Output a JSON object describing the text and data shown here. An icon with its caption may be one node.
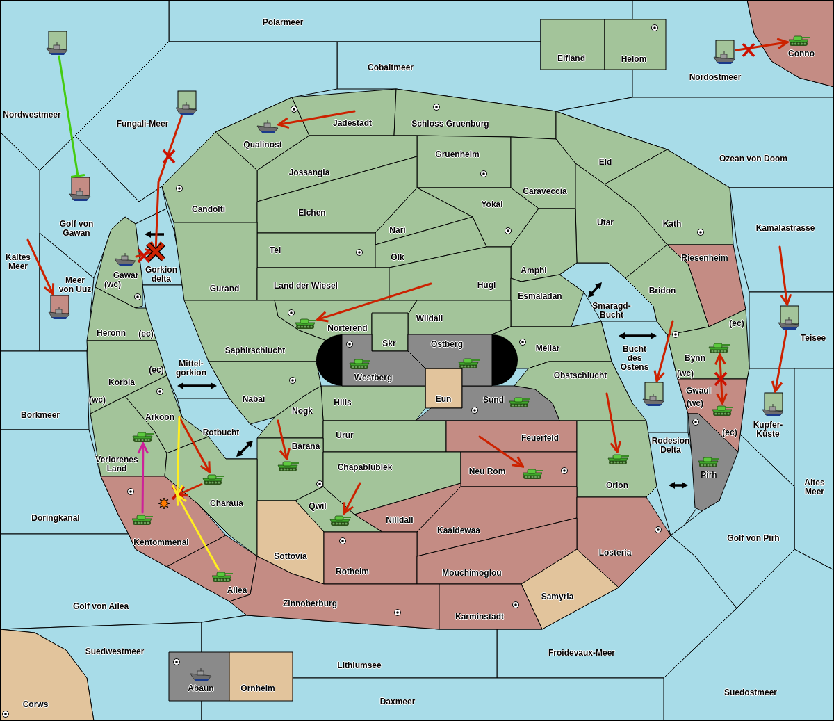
{
  "diagram": {
    "nodes": [
      {
        "text": [
          "Polarmeer"
        ]
      },
      {
        "text": [
          "Nordwestmeer"
        ]
      },
      {
        "text": [
          "Elfland"
        ]
      },
      {
        "text": [
          "Helom"
        ]
      },
      {
        "text": [
          "Conno"
        ]
      },
      {
        "text": [
          "Cobaltmeer"
        ]
      },
      {
        "text": [
          "Nordostmeer"
        ]
      },
      {
        "text": [
          "Fungali-Meer"
        ]
      },
      {
        "text": [
          "Qualinost"
        ]
      },
      {
        "text": [
          "Jadestadt"
        ]
      },
      {
        "text": [
          "Schloss Gruenburg"
        ]
      },
      {
        "text": [
          "Eld"
        ]
      },
      {
        "text": [
          "Gruenheim"
        ]
      },
      {
        "text": [
          "Ozean von Doom"
        ]
      },
      {
        "text": [
          "Jossangia"
        ]
      },
      {
        "text": [
          "Caraveccia"
        ]
      },
      {
        "text": [
          "Yokai"
        ]
      },
      {
        "text": [
          "Candolti"
        ]
      },
      {
        "text": [
          "Elchen"
        ]
      },
      {
        "text": [
          "Utar"
        ]
      },
      {
        "text": [
          "Kath"
        ]
      },
      {
        "text": [
          "Golf von Gawan"
        ]
      },
      {
        "text": [
          "Nari"
        ]
      },
      {
        "text": [
          "Tel"
        ]
      },
      {
        "text": [
          "Olk"
        ]
      },
      {
        "text": [
          "Riesenheim"
        ]
      },
      {
        "text": [
          "Kaltes Meer"
        ]
      },
      {
        "text": [
          "Kamalastrasse"
        ]
      },
      {
        "text": [
          "Gawar",
          "(wc)"
        ]
      },
      {
        "text": [
          "Gorkion delta"
        ]
      },
      {
        "text": [
          "Amphi"
        ]
      },
      {
        "text": [
          "Meer von Uuz"
        ]
      },
      {
        "text": [
          "Gurand"
        ]
      },
      {
        "text": [
          "Land der Wiesel"
        ]
      },
      {
        "text": [
          "Hugl"
        ]
      },
      {
        "text": [
          "Smaragd-Bucht"
        ]
      },
      {
        "text": [
          "Bridon"
        ]
      },
      {
        "text": [
          "Esmaladan"
        ]
      },
      {
        "text": [
          "Norterend"
        ]
      },
      {
        "text": [
          "Wildall"
        ]
      },
      {
        "text": [
          "Heronn",
          "(ec)"
        ]
      },
      {
        "text": [
          "Teisee"
        ]
      },
      {
        "text": [
          "Mellar"
        ]
      },
      {
        "text": [
          "Skr"
        ]
      },
      {
        "text": [
          "Ostberg"
        ]
      },
      {
        "text": [
          "Saphirschlucht"
        ]
      },
      {
        "text": [
          "Bucht des Ostens"
        ]
      },
      {
        "text": [
          "Bynn",
          "(wc)",
          "(ec)"
        ]
      },
      {
        "text": [
          "Mittel-gorkion"
        ]
      },
      {
        "text": [
          "Korbia",
          "(ec)",
          "(wc)"
        ]
      },
      {
        "text": [
          "Westberg"
        ]
      },
      {
        "text": [
          "Obstschlucht"
        ]
      },
      {
        "text": [
          "Gwaul",
          "(wc)",
          "(ec)"
        ]
      },
      {
        "text": [
          "Nabai"
        ]
      },
      {
        "text": [
          "Eun"
        ]
      },
      {
        "text": [
          "Hills"
        ]
      },
      {
        "text": [
          "Sund"
        ]
      },
      {
        "text": [
          "Nogk"
        ]
      },
      {
        "text": [
          "Borkmeer"
        ]
      },
      {
        "text": [
          "Kupfer-Küste"
        ]
      },
      {
        "text": [
          "Arkoon"
        ]
      },
      {
        "text": [
          "Urur"
        ]
      },
      {
        "text": [
          "Feuerfeld"
        ]
      },
      {
        "text": [
          "Rotbucht"
        ]
      },
      {
        "text": [
          "Rodesion Delta"
        ]
      },
      {
        "text": [
          "Verlorenes Land"
        ]
      },
      {
        "text": [
          "Barana"
        ]
      },
      {
        "text": [
          "Chapablublek"
        ]
      },
      {
        "text": [
          "Neu Rom"
        ]
      },
      {
        "text": [
          "Pirh"
        ]
      },
      {
        "text": [
          "Charaua"
        ]
      },
      {
        "text": [
          "Orlon"
        ]
      },
      {
        "text": [
          "Altes Meer"
        ]
      },
      {
        "text": [
          "Qwil"
        ]
      },
      {
        "text": [
          "Doringkanal"
        ]
      },
      {
        "text": [
          "Nilldall"
        ]
      },
      {
        "text": [
          "Kaaldewaa"
        ]
      },
      {
        "text": [
          "Kentommenai"
        ]
      },
      {
        "text": [
          "Golf von Pirh"
        ]
      },
      {
        "text": [
          "Losteria"
        ]
      },
      {
        "text": [
          "Sottovia"
        ]
      },
      {
        "text": [
          "Rotheim"
        ]
      },
      {
        "text": [
          "Mouchimoglou"
        ]
      },
      {
        "text": [
          "Ailea"
        ]
      },
      {
        "text": [
          "Samyria"
        ]
      },
      {
        "text": [
          "Zinnoberburg"
        ]
      },
      {
        "text": [
          "Golf von Ailea"
        ]
      },
      {
        "text": [
          "Karminstadt"
        ]
      },
      {
        "text": [
          "Suedwestmeer"
        ]
      },
      {
        "text": [
          "Froidevaux-Meer"
        ]
      },
      {
        "text": [
          "Lithiumsee"
        ]
      },
      {
        "text": [
          "Abaun"
        ]
      },
      {
        "text": [
          "Ornheim"
        ]
      },
      {
        "text": [
          "Suedostmeer"
        ]
      },
      {
        "text": [
          "Daxmeer"
        ]
      },
      {
        "text": [
          "Corws"
        ]
      },
      {
        "text": [],
        "shape": "picture",
        "in": 1
      },
      {
        "text": [],
        "shape": "picture",
        "in": 7
      },
      {
        "text": [],
        "shape": "picture",
        "in": 21
      },
      {
        "text": [],
        "shape": "picture",
        "in": 8
      },
      {
        "text": [],
        "shape": "picture",
        "in": 6
      },
      {
        "text": [],
        "shape": "picture",
        "in": 4
      },
      {
        "text": [],
        "shape": "picture",
        "in": 28
      },
      {
        "text": [],
        "shape": "picture",
        "in": 31
      },
      {
        "text": [],
        "shape": "picture",
        "in": 38
      },
      {
        "text": [],
        "shape": "picture",
        "in": 50
      },
      {
        "text": [],
        "shape": "picture",
        "in": 44
      },
      {
        "text": [],
        "shape": "picture",
        "in": 56
      },
      {
        "text": [],
        "shape": "picture",
        "in": 46
      },
      {
        "text": [],
        "shape": "picture",
        "in": 47
      },
      {
        "text": [],
        "shape": "picture",
        "in": 52
      },
      {
        "text": [],
        "shape": "picture",
        "in": 41
      },
      {
        "text": [],
        "shape": "picture",
        "in": 59
      },
      {
        "text": [],
        "shape": "picture",
        "in": 69
      },
      {
        "text": [],
        "shape": "picture",
        "in": 71
      },
      {
        "text": [],
        "shape": "picture",
        "in": 68
      },
      {
        "text": [],
        "shape": "picture",
        "in": 66
      },
      {
        "text": [],
        "shape": "picture",
        "in": 73
      },
      {
        "text": [],
        "shape": "picture",
        "in": 65
      },
      {
        "text": [],
        "shape": "picture",
        "in": 70
      },
      {
        "text": [],
        "shape": "picture",
        "in": 77
      },
      {
        "text": [],
        "shape": "picture",
        "in": 83
      },
      {
        "text": [],
        "shape": "picture",
        "in": 91
      }
    ],
    "edges": [
      {
        "from": 96,
        "to": 98,
        "arrow": "other",
        "color": "#44cc11"
      },
      {
        "from": 97,
        "to": 29,
        "arrow": "to"
      },
      {
        "from": 102,
        "to": 29,
        "arrow": "to"
      },
      {
        "from": 9,
        "to": 99,
        "arrow": "to"
      },
      {
        "from": 100,
        "to": 101,
        "arrow": "to"
      },
      {
        "from": 26,
        "to": 103,
        "arrow": "to"
      },
      {
        "from": 34,
        "to": 104,
        "arrow": "to"
      },
      {
        "from": 36,
        "to": 108,
        "arrow": "to"
      },
      {
        "from": 27,
        "to": 111,
        "arrow": "to"
      },
      {
        "from": 111,
        "to": 112,
        "arrow": "to"
      },
      {
        "from": 109,
        "to": 110,
        "arrow": "both"
      },
      {
        "from": 51,
        "to": 114,
        "arrow": "to"
      },
      {
        "from": 62,
        "to": 115,
        "arrow": "to"
      },
      {
        "from": 67,
        "to": 117,
        "arrow": "to"
      },
      {
        "from": 57,
        "to": 116,
        "arrow": "to"
      },
      {
        "from": 60,
        "to": 119,
        "arrow": "to"
      },
      {
        "from": 119,
        "to": 77,
        "arrow": "to"
      },
      {
        "from": 60,
        "to": 77,
        "arrow": "to",
        "color": "#ffee22"
      },
      {
        "from": 121,
        "to": 77,
        "arrow": "to",
        "color": "#ffee22"
      },
      {
        "from": 120,
        "to": 118,
        "arrow": "to",
        "color": "#cc2299"
      }
    ]
  }
}
